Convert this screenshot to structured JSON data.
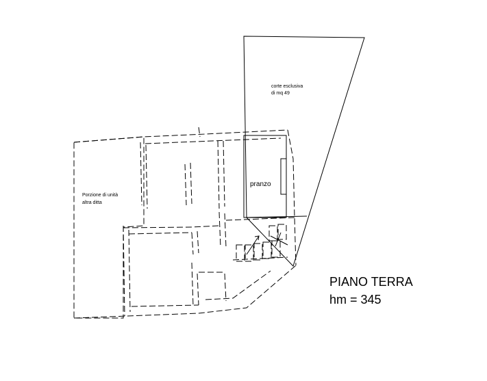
{
  "labels": {
    "court_line1": "corte esclusiva",
    "court_line2": "di mq 49",
    "room_dining": "pranzo",
    "other_unit_line1": "Porzione di unità",
    "other_unit_line2": "altra ditta"
  },
  "caption": {
    "floor": "PIANO TERRA",
    "height": "hm = 345"
  }
}
